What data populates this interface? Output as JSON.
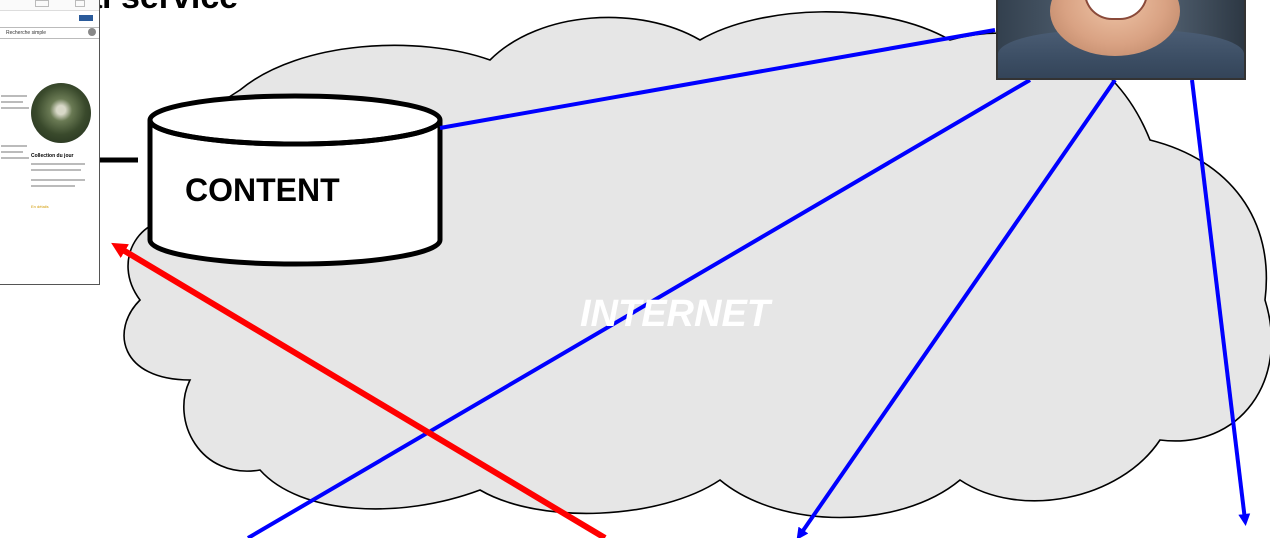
{
  "title": "Repeal service",
  "cylinder_label": "CONTENT",
  "cloud_label": "INTERNET",
  "thumbnail": {
    "search_text": "Recherche simple",
    "caption": "Collection du jour",
    "link_text": "En détails"
  },
  "portrait_icon": "person-photo-icon",
  "colors": {
    "cloud_fill": "#e6e6e6",
    "outline": "#000000",
    "blue_arrow": "#0000ff",
    "red_arrow": "#ff0000",
    "internet_text": "#ffffff"
  }
}
